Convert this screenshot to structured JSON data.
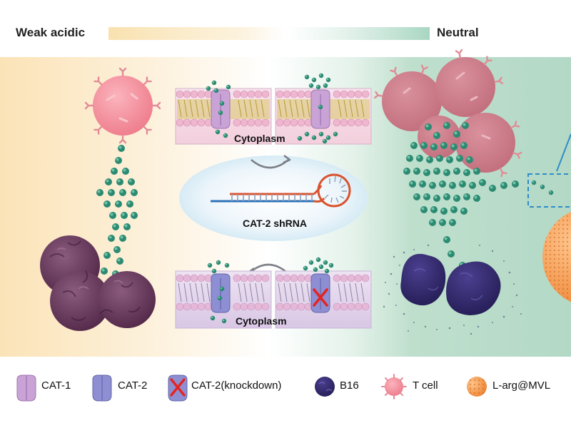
{
  "header": {
    "left_label": "Weak acidic",
    "right_label": "Neutral"
  },
  "panel_labels": {
    "cytoplasm_top": "Cytoplasm",
    "shrna": "CAT-2 shRNA",
    "cytoplasm_bottom": "Cytoplasm"
  },
  "legend": [
    {
      "label": "CAT-1",
      "icon": "cat-1-channel-icon"
    },
    {
      "label": "CAT-2",
      "icon": "cat-2-channel-icon"
    },
    {
      "label": "CAT-2(knockdown)",
      "icon": "cat-2-knockdown-icon"
    },
    {
      "label": "B16",
      "icon": "b16-tumor-cell-icon"
    },
    {
      "label": "T cell",
      "icon": "t-cell-icon"
    },
    {
      "label": "L-arg@MVL",
      "icon": "l-arg-mvl-particle-icon"
    }
  ],
  "colors": {
    "acidic": "#f9e2b8",
    "neutral": "#b9dcc9",
    "t_cell": "#f08a98",
    "tumor": "#5e2d52",
    "b16": "#2f2766",
    "arginine": "#2c8a72",
    "mvl": "#f29447",
    "cat1": "#c9a3d6",
    "cat2": "#8d8fd2",
    "knockdown": "#e52421"
  }
}
